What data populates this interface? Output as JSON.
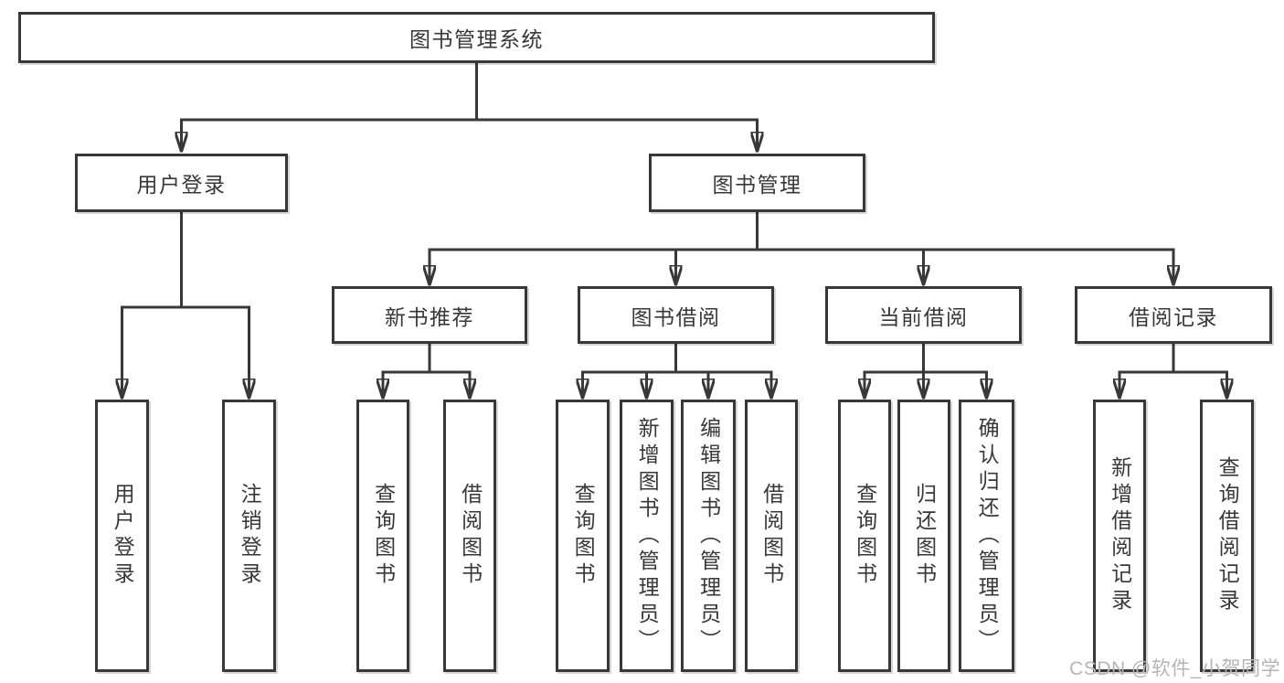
{
  "tree": {
    "root": "图书管理系统",
    "branches": [
      {
        "label": "用户登录",
        "children": [
          "用户登录",
          "注销登录"
        ]
      },
      {
        "label": "图书管理",
        "children": [
          {
            "label": "新书推荐",
            "children": [
              "查询图书",
              "借阅图书"
            ]
          },
          {
            "label": "图书借阅",
            "children": [
              "查询图书",
              "新增图书（管理员）",
              "编辑图书（管理员）",
              "借阅图书"
            ]
          },
          {
            "label": "当前借阅",
            "children": [
              "查询图书",
              "归还图书",
              "确认归还（管理员）"
            ]
          },
          {
            "label": "借阅记录",
            "children": [
              "新增借阅记录",
              "查询借阅记录"
            ]
          }
        ]
      }
    ]
  },
  "watermark": {
    "text": "CSDN @软件_小贺同学"
  },
  "colors": {
    "line": "#383838",
    "text": "#383838",
    "box_background": "#ffffff",
    "watermark": "#b5b5b5"
  }
}
